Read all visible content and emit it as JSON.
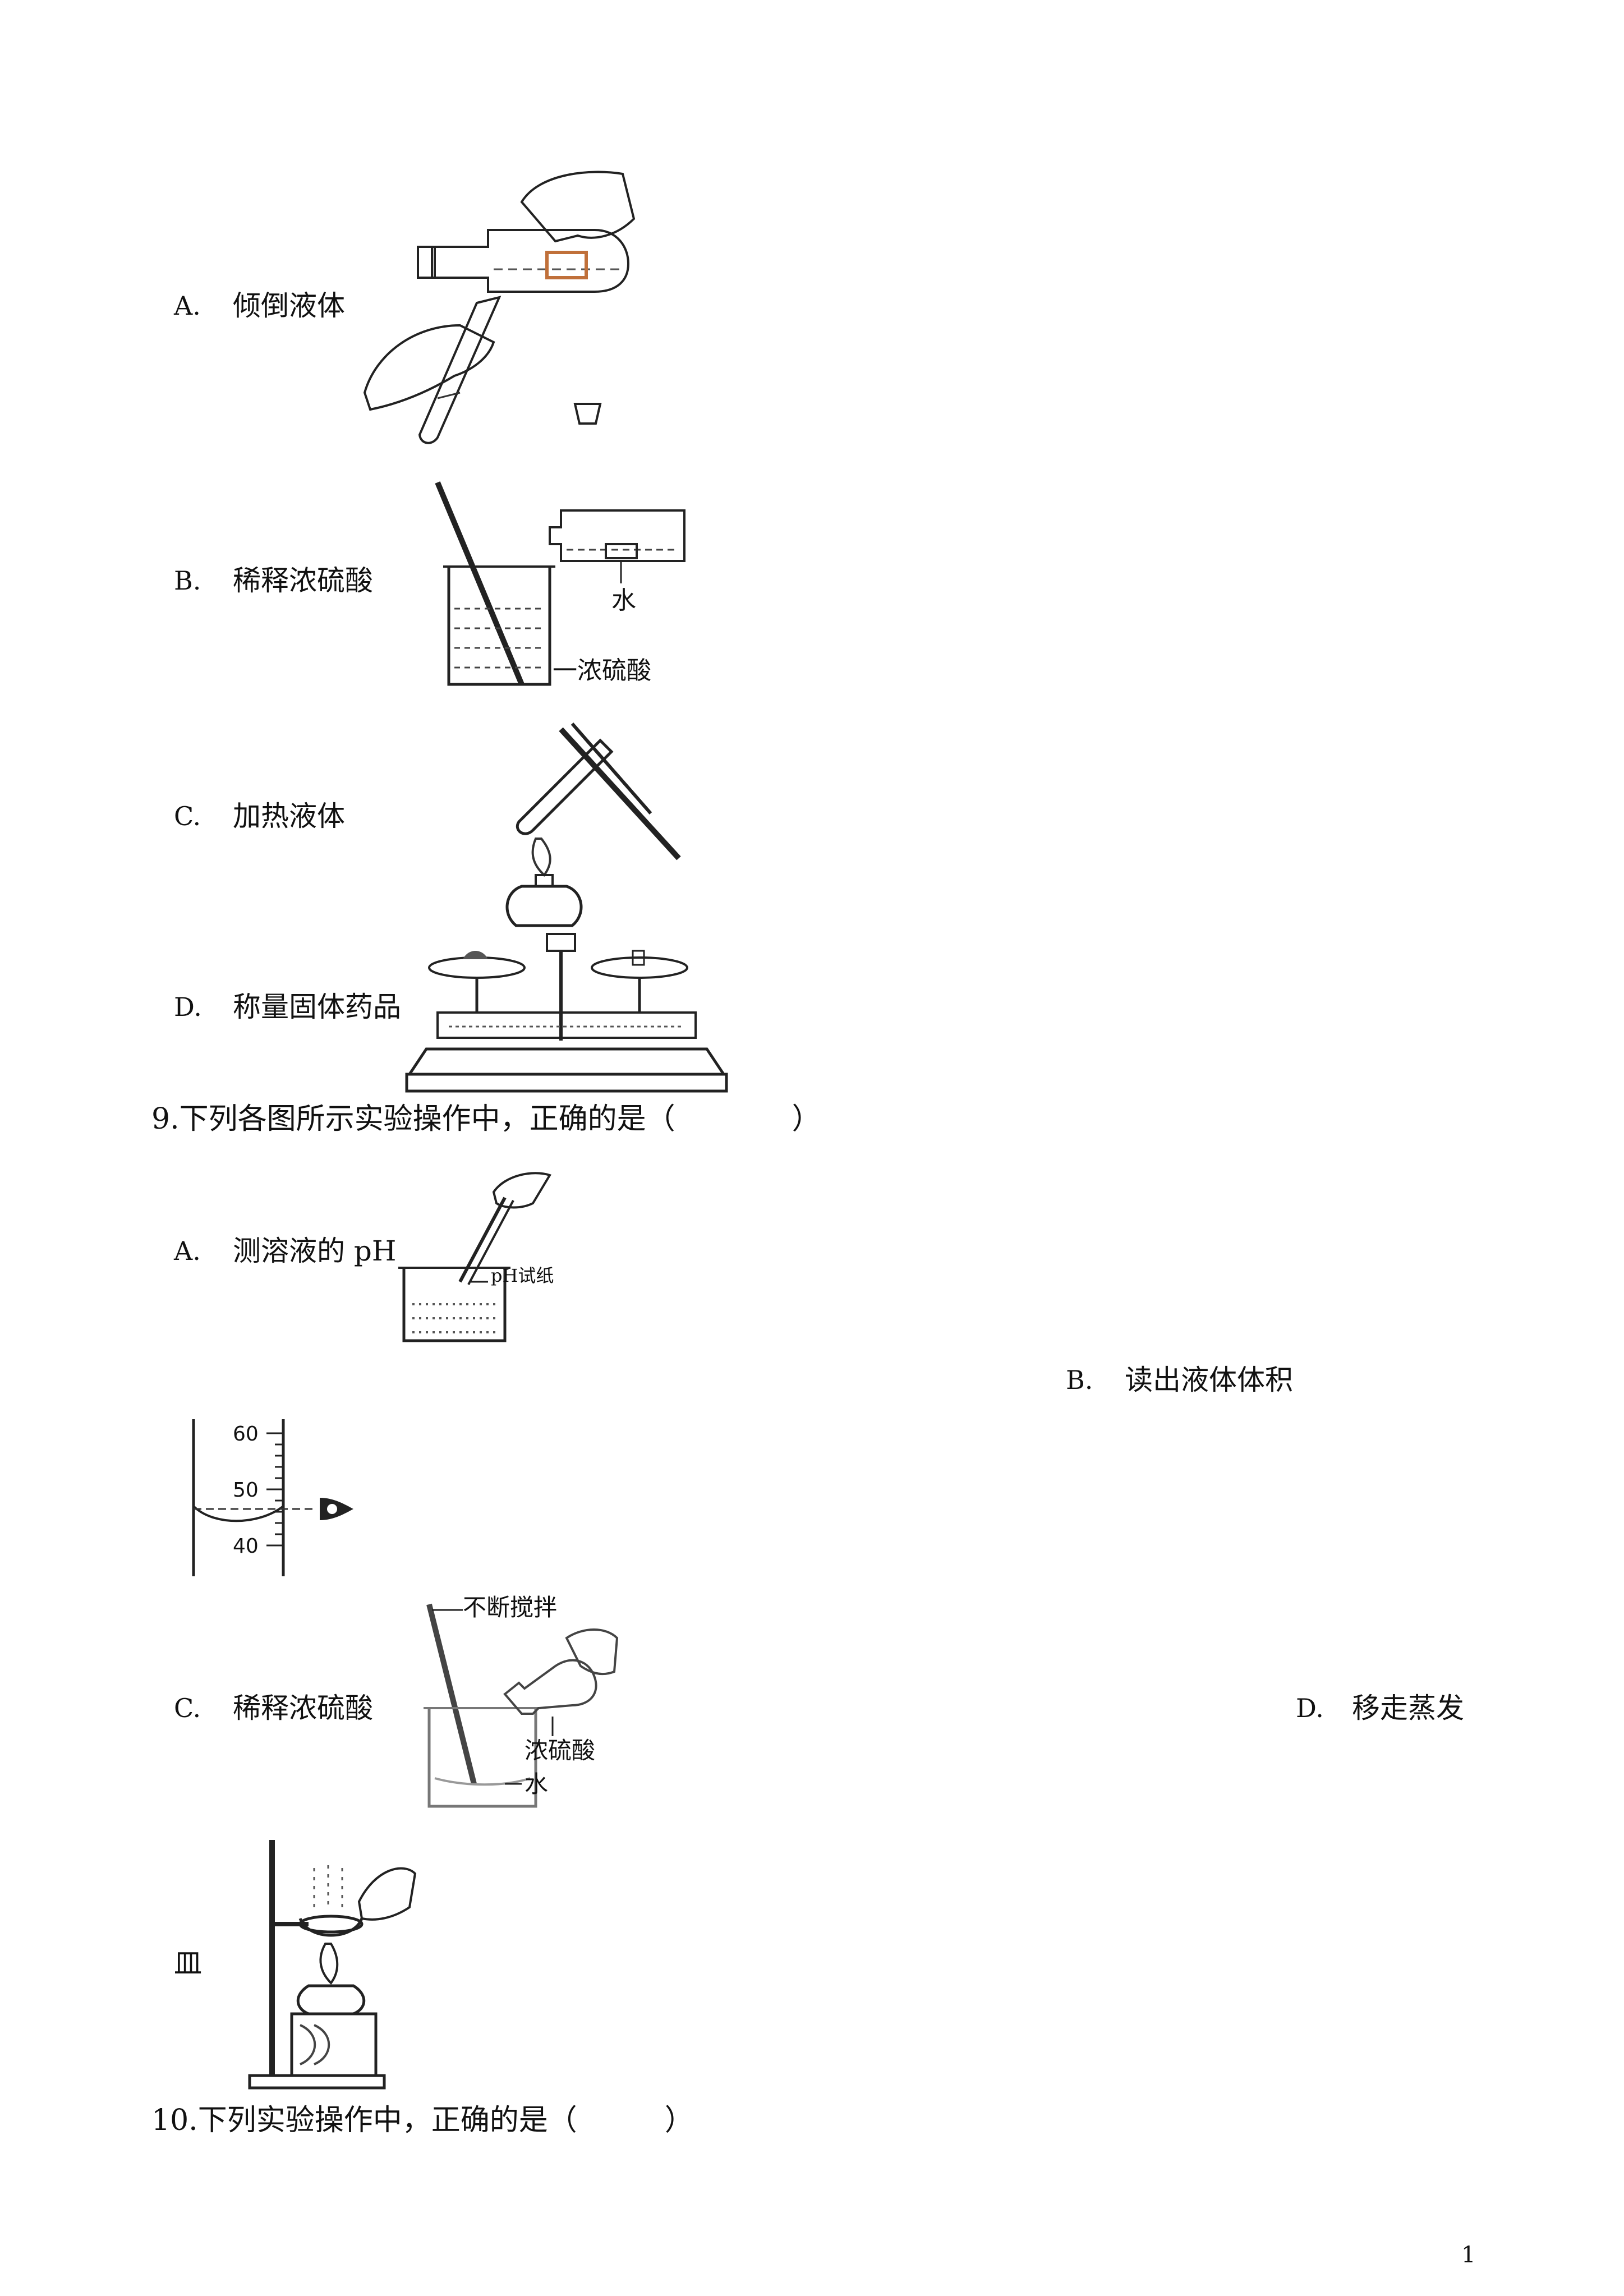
{
  "q8": {
    "options": [
      {
        "letter": "A.",
        "text": "倾倒液体"
      },
      {
        "letter": "B.",
        "text": "稀释浓硫酸"
      },
      {
        "letter": "C.",
        "text": "加热液体"
      },
      {
        "letter": "D.",
        "text": "称量固体药品"
      }
    ],
    "fig_b_labels": {
      "water": "水",
      "acid": "一浓硫酸"
    }
  },
  "q9": {
    "stem": "9.下列各图所示实验操作中，正确的是（　　　　）",
    "options": [
      {
        "letter": "A.",
        "text": "测溶液的 pH"
      },
      {
        "letter": "B.",
        "text": "读出液体体积"
      },
      {
        "letter": "C.",
        "text": "稀释浓硫酸"
      },
      {
        "letter": "D.",
        "text": "移走蒸发"
      }
    ],
    "fig_a_label": "pH试纸",
    "fig_b_ticks": [
      "60",
      "50",
      "40"
    ],
    "fig_c_labels": {
      "stir": "不断搅拌",
      "acid": "浓硫酸",
      "water": "水"
    },
    "fig_d_suffix": "皿"
  },
  "q10": {
    "stem": "10.下列实验操作中，正确的是（　　　）"
  },
  "page_number": "1"
}
